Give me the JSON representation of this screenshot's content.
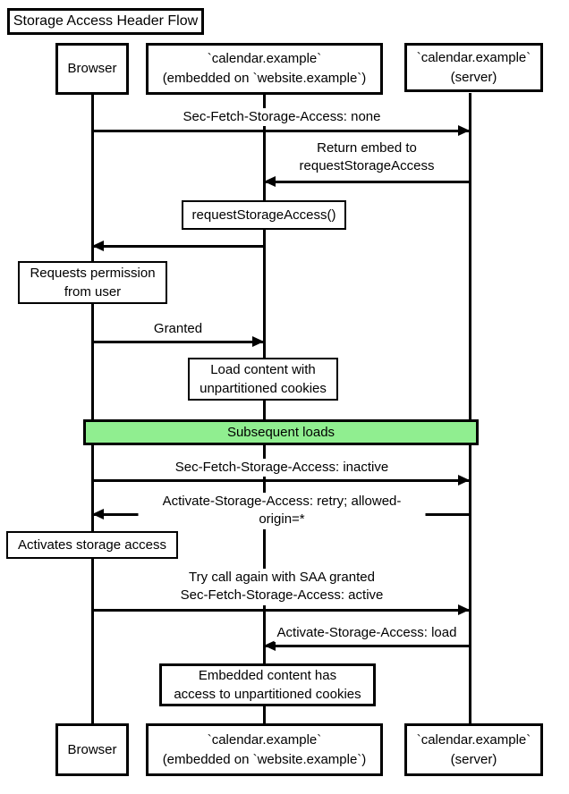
{
  "title": "Storage Access Header Flow",
  "participants": {
    "browser": "Browser",
    "embed": "`calendar.example`\n(embedded on `website.example`)",
    "server": "`calendar.example`\n(server)"
  },
  "messages": {
    "sec_fetch_none": "Sec-Fetch-Storage-Access: none",
    "return_embed": "Return embed to\nrequestStorageAccess",
    "granted": "Granted",
    "sec_fetch_inactive": "Sec-Fetch-Storage-Access: inactive",
    "activate_retry": "Activate-Storage-Access: retry; allowed-origin=*",
    "try_again": "Try call again with SAA granted\nSec-Fetch-Storage-Access: active",
    "activate_load": "Activate-Storage-Access: load"
  },
  "notes": {
    "request_storage_access": "requestStorageAccess()",
    "requests_permission": "Requests permission\nfrom user",
    "load_content": "Load content with\nunpartitioned cookies",
    "activates_storage": "Activates storage access",
    "embedded_content": "Embedded content has\naccess to unpartitioned cookies"
  },
  "sections": {
    "subsequent_loads": "Subsequent loads"
  },
  "colors": {
    "band_green": "#90ee90",
    "line_black": "#000000",
    "box_white": "#ffffff"
  }
}
